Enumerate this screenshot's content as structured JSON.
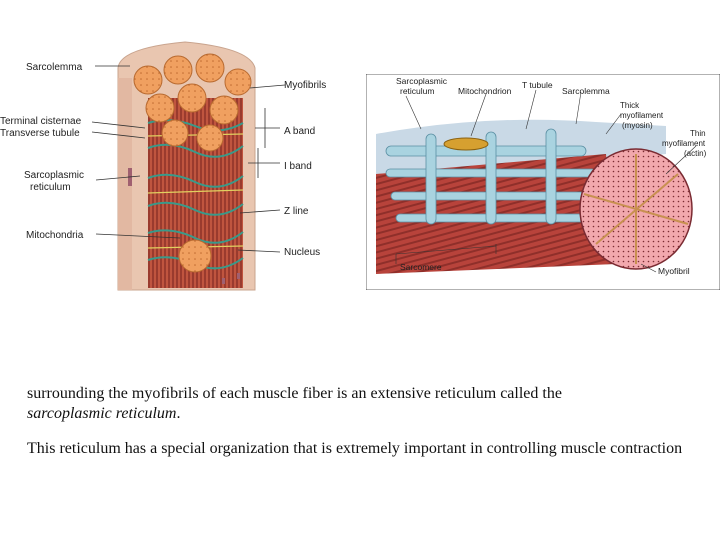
{
  "left_figure": {
    "labels": {
      "sarcolemma": "Sarcolemma",
      "terminal_cisternae": "Terminal cisternae",
      "transverse_tubule": "Transverse tubule",
      "sarcoplasmic_reticulum_1": "Sarcoplasmic",
      "sarcoplasmic_reticulum_2": "reticulum",
      "mitochondria": "Mitochondria",
      "myofibrils": "Myofibrils",
      "a_band": "A band",
      "i_band": "I band",
      "z_line": "Z line",
      "nucleus": "Nucleus"
    }
  },
  "right_figure": {
    "labels": {
      "sarcoplasmic_reticulum_1": "Sarcoplasmic",
      "sarcoplasmic_reticulum_2": "reticulum",
      "mitochondrion": "Mitochondrion",
      "t_tubule": "T tubule",
      "sarcolemma": "Sarcolemma",
      "thick_1": "Thick",
      "thick_2": "myofilament",
      "thick_3": "(myosin)",
      "thin_1": "Thin",
      "thin_2": "myofilament",
      "thin_3": "(actin)",
      "sarcomere": "Sarcomere",
      "myofibril": "Myofibril"
    }
  },
  "caption": {
    "p1_text": "surrounding the myofibrils of each muscle fiber is an extensive reticulum called the",
    "p1_term": "sarcoplasmic reticulum",
    "p1_end": ".",
    "p2": "This reticulum has a special organization that is extremely important in controlling muscle contraction"
  },
  "colors": {
    "fiber": "#e9c6b0",
    "myofibril_tip": "#f0a060",
    "reticulum": "#3a9a8a",
    "muscle_red": "#b8433b",
    "tubule_blue": "#a9d3e0",
    "label_line": "#333333"
  }
}
